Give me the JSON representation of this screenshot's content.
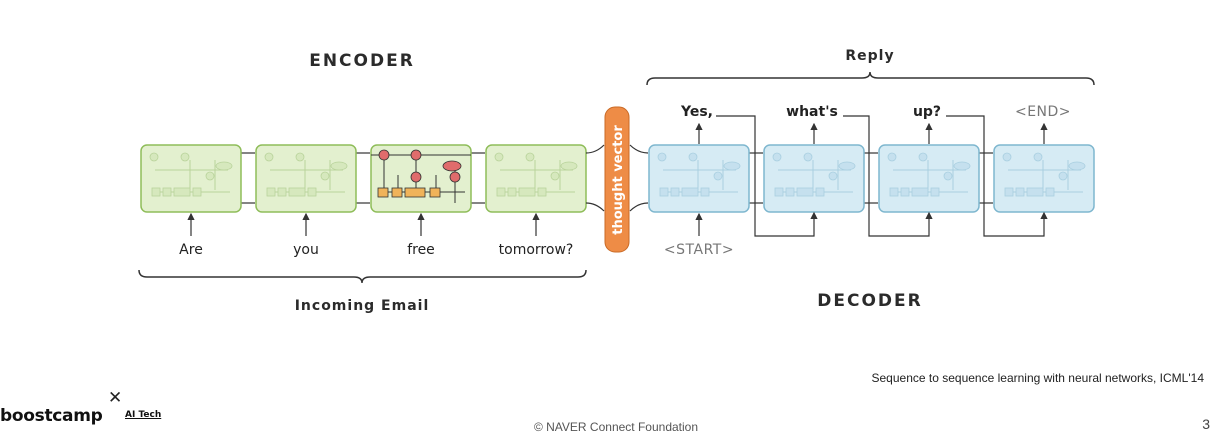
{
  "encoder": {
    "title": "ENCODER",
    "inputs": [
      "Are",
      "you",
      "free",
      "tomorrow?"
    ],
    "brace_label": "Incoming Email"
  },
  "thought_vector": {
    "label": "thought vector"
  },
  "decoder": {
    "title": "DECODER",
    "reply_label": "Reply",
    "start_token": "<START>",
    "outputs": [
      "Yes,",
      "what's",
      "up?",
      "<END>"
    ]
  },
  "citation": "Sequence to sequence learning with neural networks, ICML'14",
  "footer": {
    "copyright": "© NAVER Connect Foundation",
    "page_number": "3"
  },
  "logo": {
    "name": "boostcamp",
    "sub": "AI Tech"
  },
  "colors": {
    "encoder_fill": "#e3f0cf",
    "encoder_stroke": "#8fbd5a",
    "decoder_fill": "#d6ebf4",
    "decoder_stroke": "#7fb7cf",
    "thought_vector": "#ee8c46"
  }
}
